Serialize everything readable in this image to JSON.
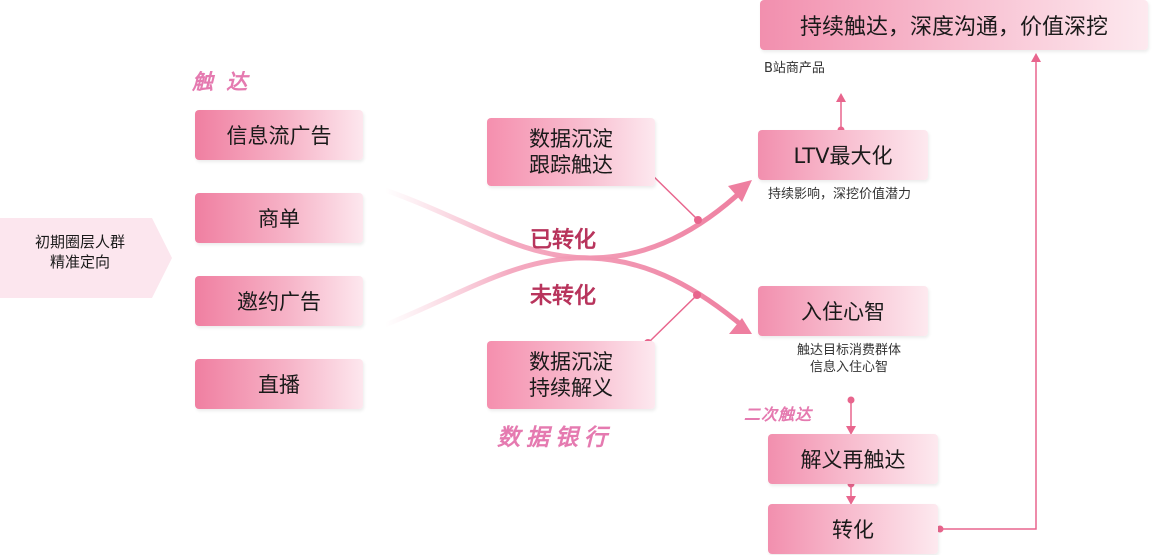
{
  "entry": {
    "line1": "初期圈层人群",
    "line2": "精准定向"
  },
  "touch_label": "触 达",
  "channels": [
    "信息流广告",
    "商单",
    "邀约广告",
    "直播"
  ],
  "data_box_top": {
    "line1": "数据沉淀",
    "line2": "跟踪触达"
  },
  "data_box_bottom": {
    "line1": "数据沉淀",
    "line2": "持续解义"
  },
  "converted_label": "已转化",
  "unconverted_label": "未转化",
  "data_bank_label": "数据银行",
  "top_goal": "持续触达，深度沟通，价值深挖",
  "b_station_note": "B站商产品",
  "ltv_box": "LTV最大化",
  "ltv_note": "持续影响，深挖价值潜力",
  "mind_box": "入住心智",
  "mind_note": {
    "line1": "触达目标消费群体",
    "line2": "信息入住心智"
  },
  "second_touch_label": "二次触达",
  "reinterpret_box": "解义再触达",
  "convert_box": "转化",
  "colors": {
    "accent": "#e8658d",
    "arrow": "#ee7fa0",
    "label_purple": "#6b57c9",
    "label_pink": "#e57ab0"
  }
}
